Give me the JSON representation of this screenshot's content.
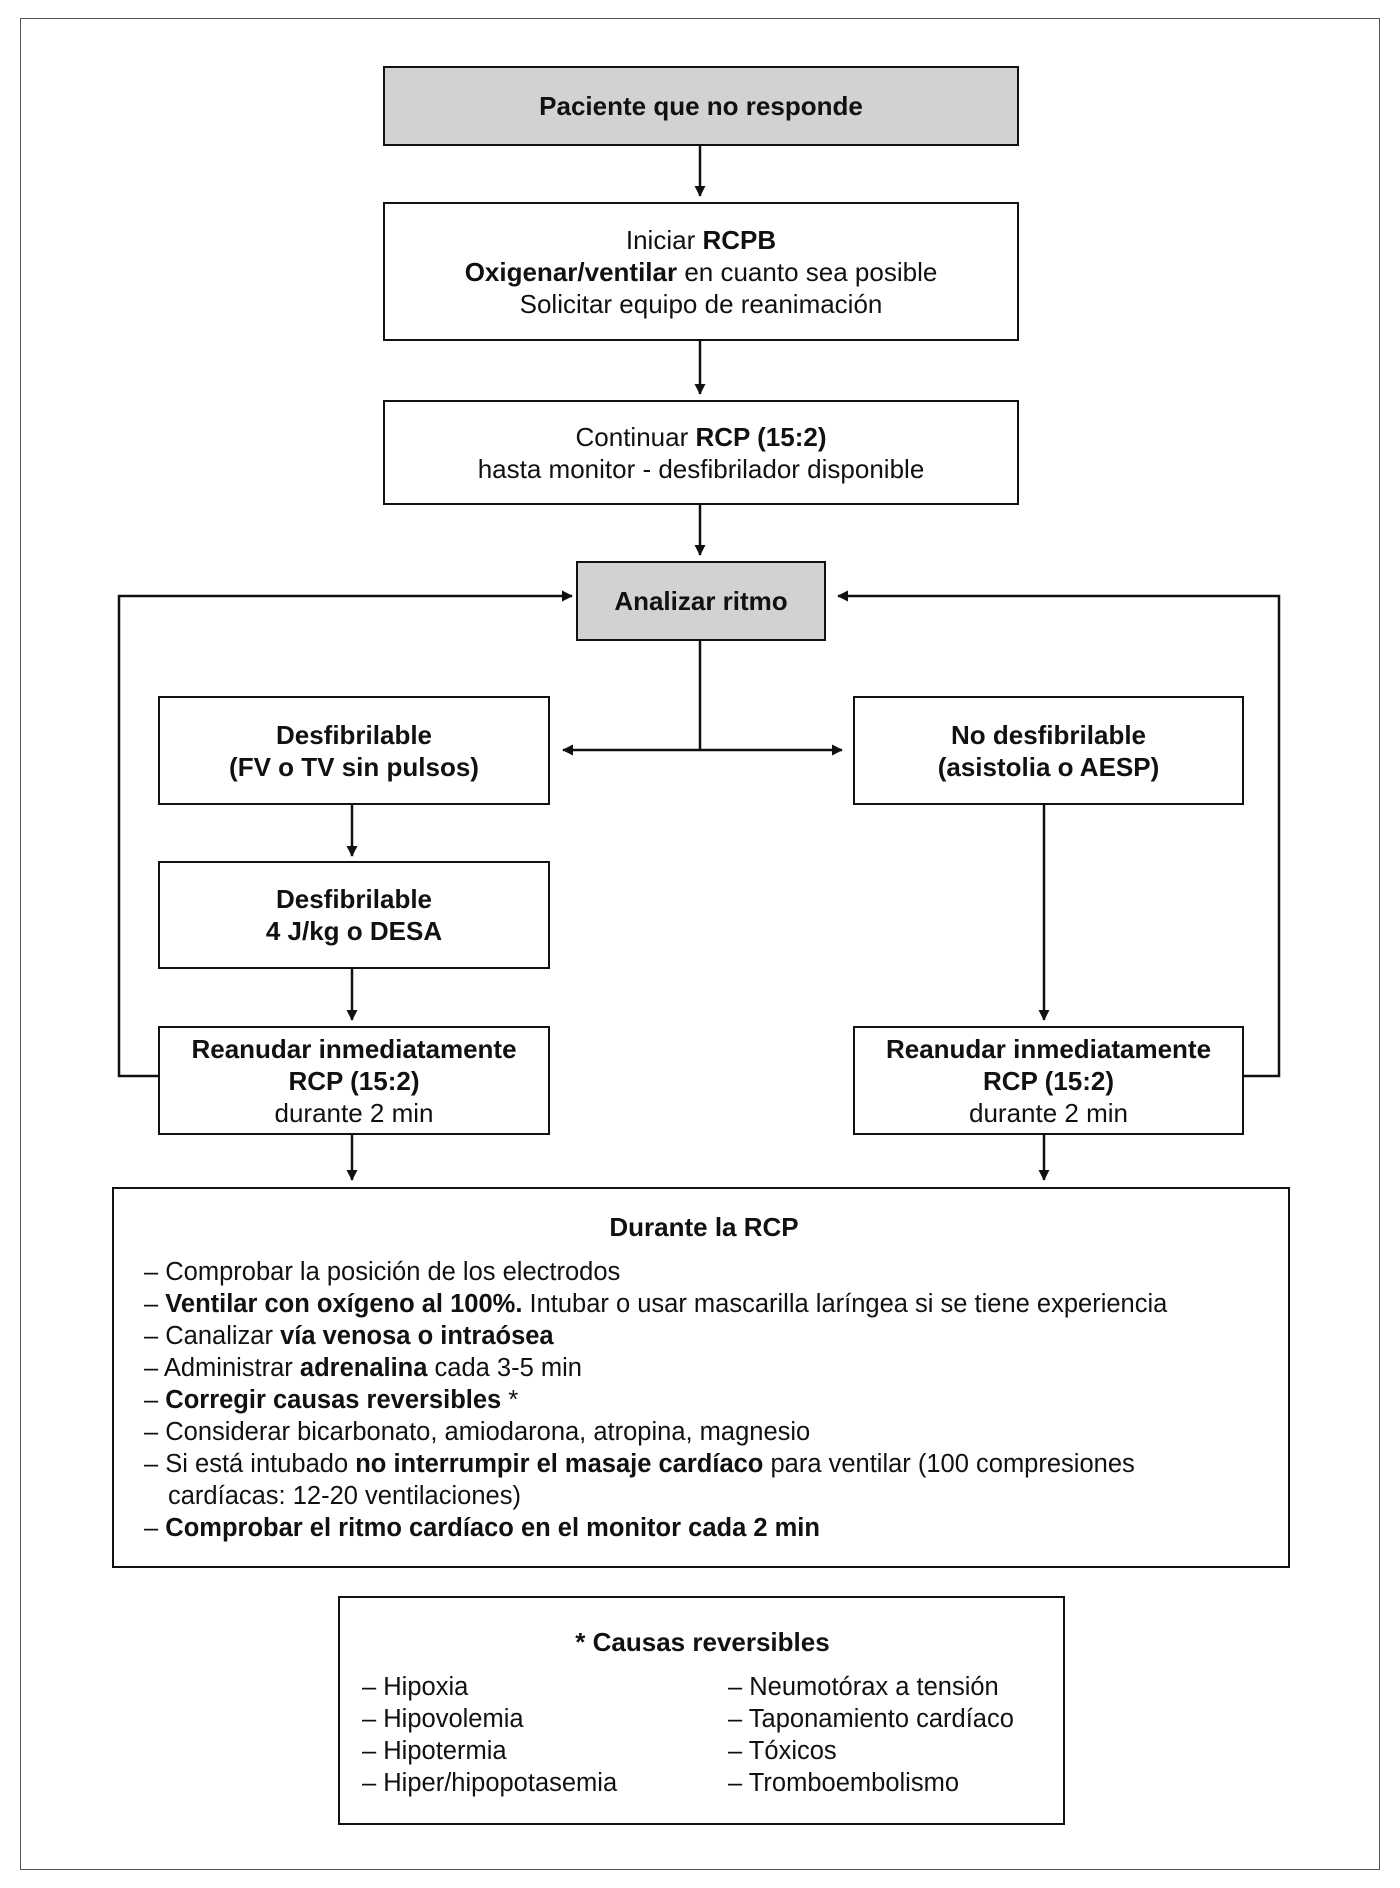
{
  "nodes": {
    "start": {
      "text": "Paciente que no responde"
    },
    "initiate": {
      "l1_pre": "Iniciar ",
      "l1_bold": "RCPB",
      "l2_bold": "Oxigenar/ventilar",
      "l2_post": " en cuanto sea posible",
      "l3": "Solicitar equipo de reanimación"
    },
    "continue": {
      "l1_pre": "Continuar ",
      "l1_bold": "RCP (15:2)",
      "l2": "hasta monitor - desfibrilador disponible"
    },
    "analyze": {
      "text": "Analizar ritmo"
    },
    "shockable": {
      "l1": "Desfibrilable",
      "l2": "(FV o TV sin pulsos)"
    },
    "non_shockable": {
      "l1": "No desfibrilable",
      "l2": "(asistolia o AESP)"
    },
    "defib": {
      "l1": "Desfibrilable",
      "l2": "4 J/kg o DESA"
    },
    "resume_left": {
      "l1": "Reanudar inmediatamente",
      "l2": "RCP (15:2)",
      "l3": "durante 2 min"
    },
    "resume_right": {
      "l1": "Reanudar inmediatamente",
      "l2": "RCP (15:2)",
      "l3": "durante 2 min"
    }
  },
  "during_cpr": {
    "title": "Durante la RCP",
    "items": [
      {
        "pre": "– Comprobar la posición de los electrodos"
      },
      {
        "pre": "– ",
        "bold": "Ventilar con oxígeno al 100%.",
        "post": " Intubar o usar mascarilla laríngea si se tiene experiencia"
      },
      {
        "pre": "– Canalizar ",
        "bold": "vía venosa o intraósea"
      },
      {
        "pre": "– Administrar ",
        "bold": "adrenalina",
        "post": " cada 3-5 min"
      },
      {
        "pre": "– ",
        "bold": "Corregir causas reversibles",
        "post": " *"
      },
      {
        "pre": "– Considerar bicarbonato, amiodarona, atropina, magnesio"
      },
      {
        "pre": "– Si está intubado ",
        "bold": "no interrumpir el masaje cardíaco",
        "post": " para ventilar (100 compresiones cardíacas: 12-20 ventilaciones)"
      },
      {
        "pre": "– ",
        "bold": "Comprobar el ritmo cardíaco en el monitor cada 2 min"
      }
    ]
  },
  "reversible_causes": {
    "title": "* Causas reversibles",
    "left": [
      "– Hipoxia",
      "– Hipovolemia",
      "– Hipotermia",
      "– Hiper/hipopotasemia"
    ],
    "right": [
      "– Neumotórax a tensión",
      "– Taponamiento cardíaco",
      "– Tóxicos",
      "– Tromboembolismo"
    ]
  }
}
